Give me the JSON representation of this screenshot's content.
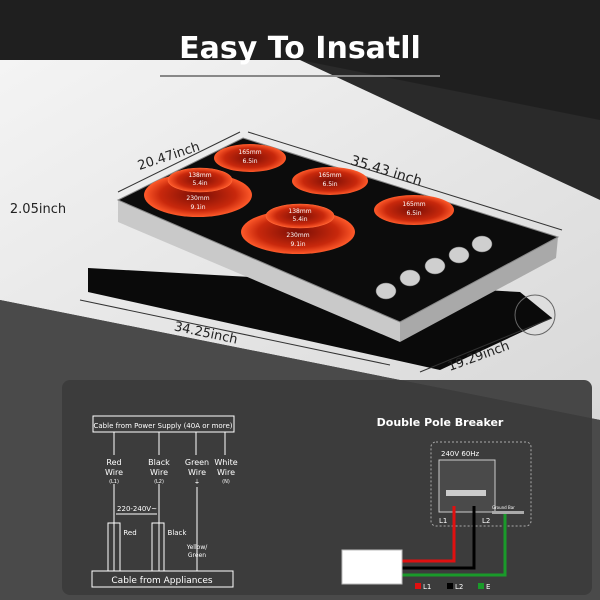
{
  "title": "Easy To Insatll",
  "dimensions": {
    "depth_top": "20.47inch",
    "width_top": "35.43 inch",
    "height": "2.05inch",
    "cutout_width": "34.25inch",
    "cutout_depth": "19.29inch"
  },
  "burners": [
    {
      "mm": "165mm",
      "in": "6.5in"
    },
    {
      "mm": "165mm",
      "in": "6.5in"
    },
    {
      "mm": "165mm",
      "in": "6.5in"
    },
    {
      "mm": "138mm",
      "in": "5.4in",
      "outer_mm": "230mm",
      "outer_in": "9.1in"
    },
    {
      "mm": "138mm",
      "in": "5.4in",
      "outer_mm": "230mm",
      "outer_in": "9.1in"
    }
  ],
  "wiring": {
    "supply": "Cable from Power Supply  (40A or more)",
    "wires": [
      {
        "name": "Red",
        "word": "Wire",
        "code": "(L1)"
      },
      {
        "name": "Black",
        "word": "Wire",
        "code": "(L2)"
      },
      {
        "name": "Green",
        "word": "Wire",
        "code": "⏚"
      },
      {
        "name": "White",
        "word": "Wire",
        "code": "(N)"
      }
    ],
    "voltage": "220-240V~",
    "red": "Red",
    "black": "Black",
    "yellow_green": [
      "Yellow/",
      "Green"
    ],
    "appliance": "Cable from Appliances"
  },
  "breaker": {
    "title": "Double Pole Breaker",
    "rating": "240V  60Hz",
    "l1": "L1",
    "l2": "L2",
    "ground_bar": "Ground Bar",
    "legend": [
      {
        "label": "L1",
        "color": "#e01010"
      },
      {
        "label": "L2",
        "color": "#000000"
      },
      {
        "label": "E",
        "color": "#1a9a2a"
      }
    ]
  },
  "colors": {
    "burner": "#d8300f",
    "panel": "#3b3b3b",
    "glass": "#0c0c0c"
  }
}
